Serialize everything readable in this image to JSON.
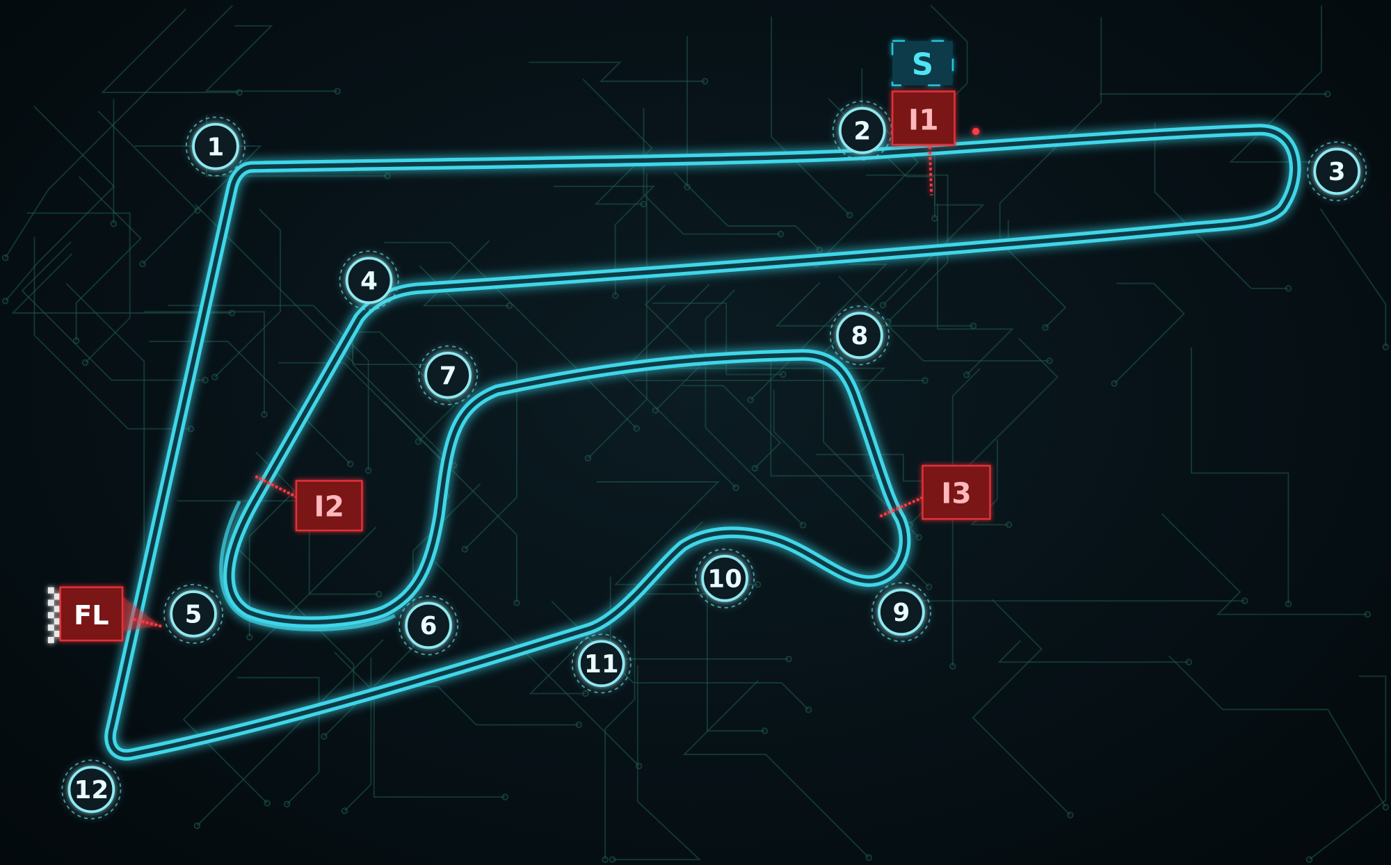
{
  "colors": {
    "track": "#3fd6e8",
    "sector_marker": "#e0303a",
    "start_marker": "#27c6e0",
    "circuit_traces": "#1f5a4e",
    "background": "#061015"
  },
  "corners": [
    {
      "label": "1"
    },
    {
      "label": "2"
    },
    {
      "label": "3"
    },
    {
      "label": "4"
    },
    {
      "label": "5"
    },
    {
      "label": "6"
    },
    {
      "label": "7"
    },
    {
      "label": "8"
    },
    {
      "label": "9"
    },
    {
      "label": "10"
    },
    {
      "label": "11"
    },
    {
      "label": "12"
    }
  ],
  "markers": {
    "start": {
      "label": "S"
    },
    "intermediate_1": {
      "label": "I1"
    },
    "intermediate_2": {
      "label": "I2"
    },
    "intermediate_3": {
      "label": "I3"
    },
    "finish_line": {
      "label": "FL",
      "icon": "checkered-flag-icon"
    }
  }
}
